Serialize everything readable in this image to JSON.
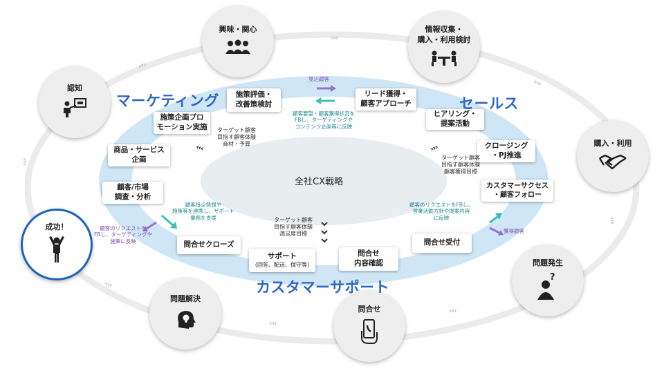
{
  "outer_steps": {
    "interest": "興味・関心",
    "info": "情報収集・\n購入・利用検討",
    "awareness": "認知",
    "purchase": "購入・利用",
    "success": "成功！",
    "problem": "問題発生",
    "solve": "問題解決",
    "inquiry": "問合せ"
  },
  "sections": {
    "marketing": "マーケティング",
    "sales": "セールス",
    "support": "カスタマーサポート",
    "center": "全社CX戦略"
  },
  "boxes": {
    "eval": "施策評価・\n改善策検討",
    "lead": "リード獲得・\n顧客アプローチ",
    "promo": "施策企画プロ\nモーション実施",
    "hearing": "ヒアリング・\n提案活動",
    "product": "商品・サービス\n企画",
    "closing": "クロージング\n・PJ推進",
    "research": "顧客/市場\n調査・分析",
    "cs": "カスタマーサクセス\n・顧客フォロー",
    "inquiry_close": "問合せクローズ",
    "support_title": "サポート",
    "support_sub": "(回答、配送、保守等)",
    "confirm": "問合せ\n内容確認",
    "receive": "問合せ受付"
  },
  "notes": {
    "prospect": "見込顧客",
    "top_center": "顧客要望・顧客獲得状況を\nFBし、ターゲティングや\nコンテンツ企画等に反映",
    "marketing_targets": "ターゲット顧客\n目指す顧客体験\n商材・予算",
    "sales_targets": "ターゲット顧客\n目指す顧客体験\n顧客獲得目標",
    "support_targets": "ターゲット顧客\n目指す顧客体験\n満足度目標",
    "left_inner": "顧客接点情報や\n施策等を連携し、サポート\n業務を支援",
    "left_outer": "顧客のリクエストを\nFBし、ターゲティングや\n施策に反映",
    "right_inner": "顧客のリクエストをFBし、\n営業活動方針や提案内容\nに反映",
    "acquired": "獲得顧客"
  },
  "colors": {
    "accent_blue": "#2d67c6",
    "inner_light_blue": "#cfe6f6",
    "core_grey": "#e8edf0",
    "teal_arrow": "#38c1b5",
    "purple_arrow": "#9a6fd0",
    "success_border": "#1e63b8"
  },
  "icons": [
    "people-group-icon",
    "meeting-table-icon",
    "presenter-icon",
    "handshake-icon",
    "raised-arms-person-icon",
    "question-person-icon",
    "lightbulb-head-icon",
    "phone-hand-icon"
  ]
}
